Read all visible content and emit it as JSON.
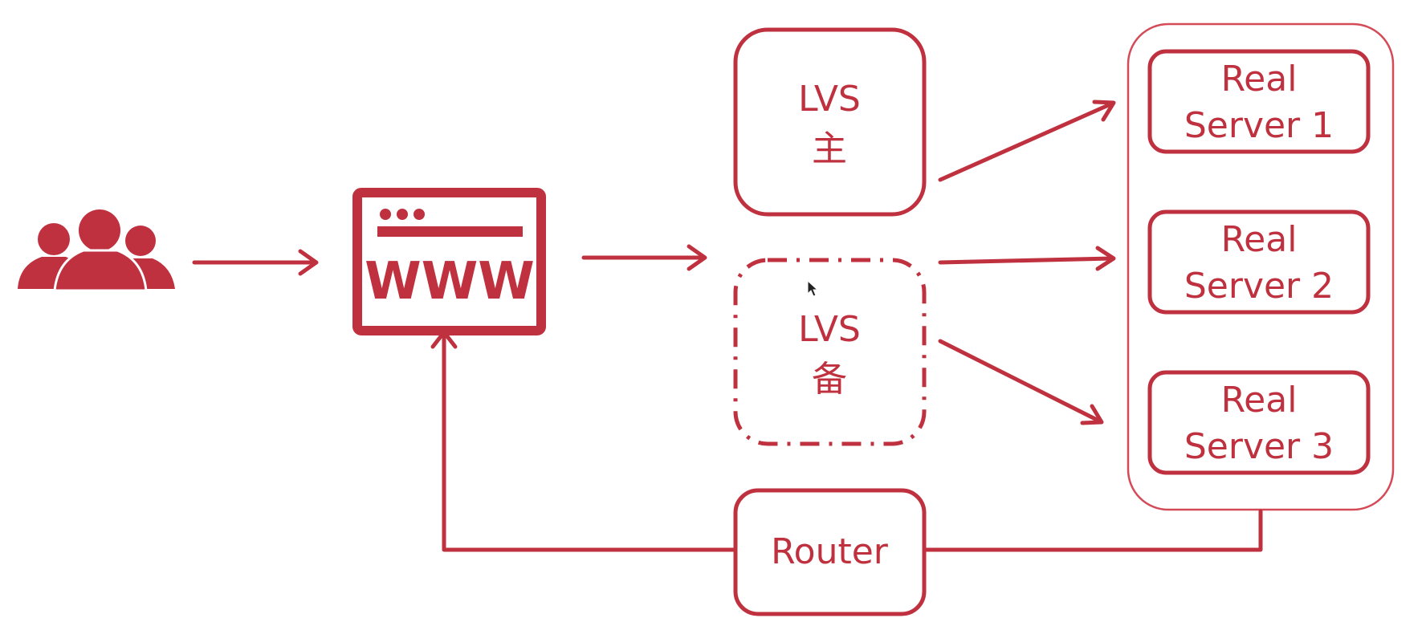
{
  "colors": {
    "accent": "#c0313f",
    "background": "#ffffff",
    "server_group_border": "#d44a56"
  },
  "icons": {
    "users": "users-group-icon",
    "browser": "browser-window-icon",
    "cursor": "mouse-cursor-icon"
  },
  "browser": {
    "label": "WWW"
  },
  "lvs_primary": {
    "line1": "LVS",
    "line2": "主"
  },
  "lvs_backup": {
    "line1": "LVS",
    "line2": "备"
  },
  "router": {
    "label": "Router"
  },
  "servers": [
    {
      "line1": "Real",
      "line2": "Server 1"
    },
    {
      "line1": "Real",
      "line2": "Server 2"
    },
    {
      "line1": "Real",
      "line2": "Server 3"
    }
  ]
}
